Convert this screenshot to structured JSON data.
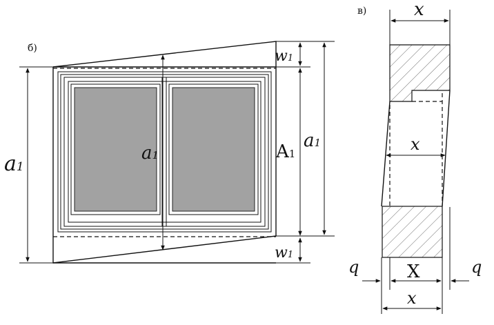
{
  "panel_b": {
    "tag": "б)",
    "outer_height": "a",
    "window_height": "a",
    "slab_height": "a",
    "block_label": "A",
    "sub": "1",
    "top_gap": "w",
    "bottom_gap": "w"
  },
  "panel_c": {
    "tag": "в)",
    "top_width": "x",
    "mid_width": "x",
    "bottom_width": "x",
    "gap_left": "q",
    "gap_right": "q",
    "block_width": "X"
  }
}
